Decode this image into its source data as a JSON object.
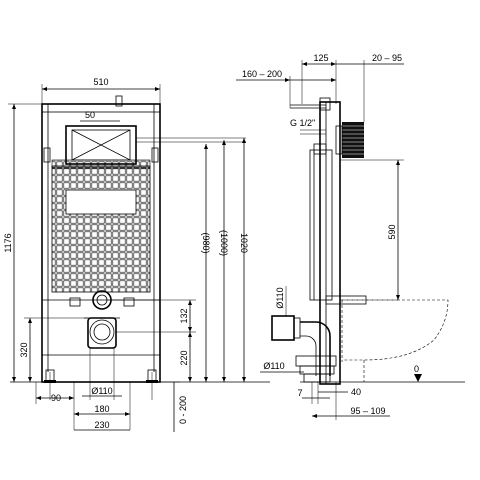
{
  "front_view": {
    "width_label": "510",
    "flush_plate_width_label": "50",
    "total_height_label": "1176",
    "height_980_label": "(980)",
    "height_1000_label": "(1000)",
    "height_1020_label": "1020",
    "height_132_label": "132",
    "height_220_label": "220",
    "height_320_label": "320",
    "foot_90_label": "90",
    "pipe_110_label": "Ø110",
    "pipe_spacing_180_label": "180",
    "pipe_spacing_230_label": "230",
    "adjust_0_200_label": "0 - 200"
  },
  "side_view": {
    "depth_125_label": "125",
    "range_20_95_label": "20 – 95",
    "range_160_200_label": "160 – 200",
    "thread_label": "G 1/2\"",
    "height_590_label": "590",
    "pipe_110_upper_label": "Ø110",
    "pipe_110_lower_label": "Ø110",
    "floor_0_label": "0",
    "offset_7_label": "7",
    "offset_40_label": "40",
    "range_95_109_label": "95 – 109"
  }
}
